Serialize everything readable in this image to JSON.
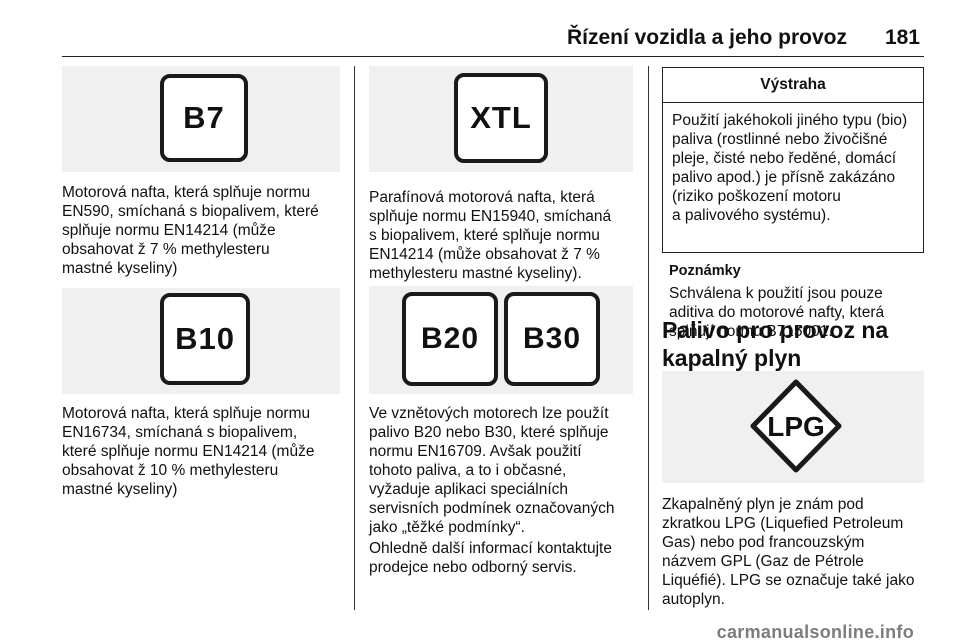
{
  "header": {
    "title": "Řízení vozidla a jeho provoz",
    "page_number": "181"
  },
  "column1": {
    "badge_b7": "B7",
    "para_b7": "Motorová nafta, která splňuje normu\nEN590, smíchaná s biopalivem, které\nsplňuje normu EN14214 (může\nobsahovat ž 7 % methylesteru\nmastné kyseliny)",
    "badge_b10": "B10",
    "para_b10": "Motorová nafta, která splňuje normu\nEN16734, smíchaná s biopalivem,\nkteré splňuje normu EN14214 (může\nobsahovat ž 10 % methylesteru\nmastné kyseliny)"
  },
  "column2": {
    "badge_xtl": "XTL",
    "para_xtl": "Parafínová motorová nafta, která\nsplňuje normu EN15940, smíchaná\ns biopalivem, které splňuje normu\nEN14214 (může obsahovat ž 7 %\nmethylesteru mastné kyseliny).",
    "badge_b20": "B20",
    "badge_b30": "B30",
    "para_b20_b30": "Ve vznětových motorech lze použít\npalivo B20 nebo B30, které splňuje\nnormu EN16709. Avšak použití\ntohoto paliva, a to i občasné,\nvyžaduje aplikaci speciálních\nservisních podmínek označovaných\njako „těžké podmínky“.",
    "para_contact": "Ohledně další informací kontaktujte\nprodejce nebo odborný servis."
  },
  "column3": {
    "warning": {
      "title": "Výstraha",
      "text": "Použití jakéhokoli jiného typu (bio)\npaliva (rostlinné nebo živočišné\npleje, čisté nebo ředěné, domácí\npalivo apod.) je přísně zakázáno\n(riziko poškození motoru\na palivového systému)."
    },
    "note": {
      "title": "Poznámky",
      "text": "Schválena k použití jsou pouze\naditiva do motorové nafty, která\nsplňují normu B715001."
    },
    "section_heading": "Palivo pro provoz na\nkapalný plyn",
    "badge_lpg": "LPG",
    "para_lpg": "Zkapalněný plyn je znám pod\nzkratkou LPG (Liquefied Petroleum\nGas) nebo pod francouzským\nnázvem GPL (Gaz de Pétrole\nLiquéfié). LPG se označuje také jako\nautoplyn."
  },
  "watermark": "carmanualsonline.info"
}
